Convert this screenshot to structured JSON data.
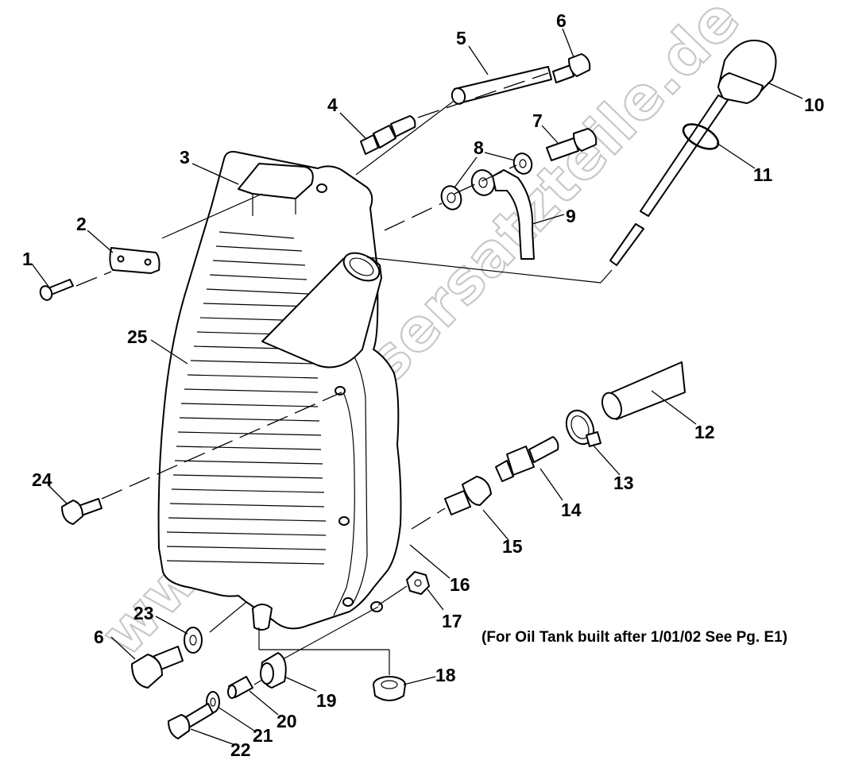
{
  "diagram": {
    "callouts": [
      {
        "id": "c1",
        "label": "1"
      },
      {
        "id": "c2",
        "label": "2"
      },
      {
        "id": "c3",
        "label": "3"
      },
      {
        "id": "c4",
        "label": "4"
      },
      {
        "id": "c5",
        "label": "5"
      },
      {
        "id": "c6a",
        "label": "6"
      },
      {
        "id": "c7",
        "label": "7"
      },
      {
        "id": "c8",
        "label": "8"
      },
      {
        "id": "c9",
        "label": "9"
      },
      {
        "id": "c10",
        "label": "10"
      },
      {
        "id": "c11",
        "label": "11"
      },
      {
        "id": "c12",
        "label": "12"
      },
      {
        "id": "c13",
        "label": "13"
      },
      {
        "id": "c14",
        "label": "14"
      },
      {
        "id": "c15",
        "label": "15"
      },
      {
        "id": "c16",
        "label": "16"
      },
      {
        "id": "c17",
        "label": "17"
      },
      {
        "id": "c18",
        "label": "18"
      },
      {
        "id": "c19",
        "label": "19"
      },
      {
        "id": "c20",
        "label": "20"
      },
      {
        "id": "c21",
        "label": "21"
      },
      {
        "id": "c22",
        "label": "22"
      },
      {
        "id": "c23",
        "label": "23"
      },
      {
        "id": "c24",
        "label": "24"
      },
      {
        "id": "c25",
        "label": "25"
      },
      {
        "id": "c6b",
        "label": "6"
      }
    ],
    "note": "(For Oil Tank built after 1/01/02 See Pg. E1)",
    "watermark": "www.polarisersatzteile.de"
  }
}
